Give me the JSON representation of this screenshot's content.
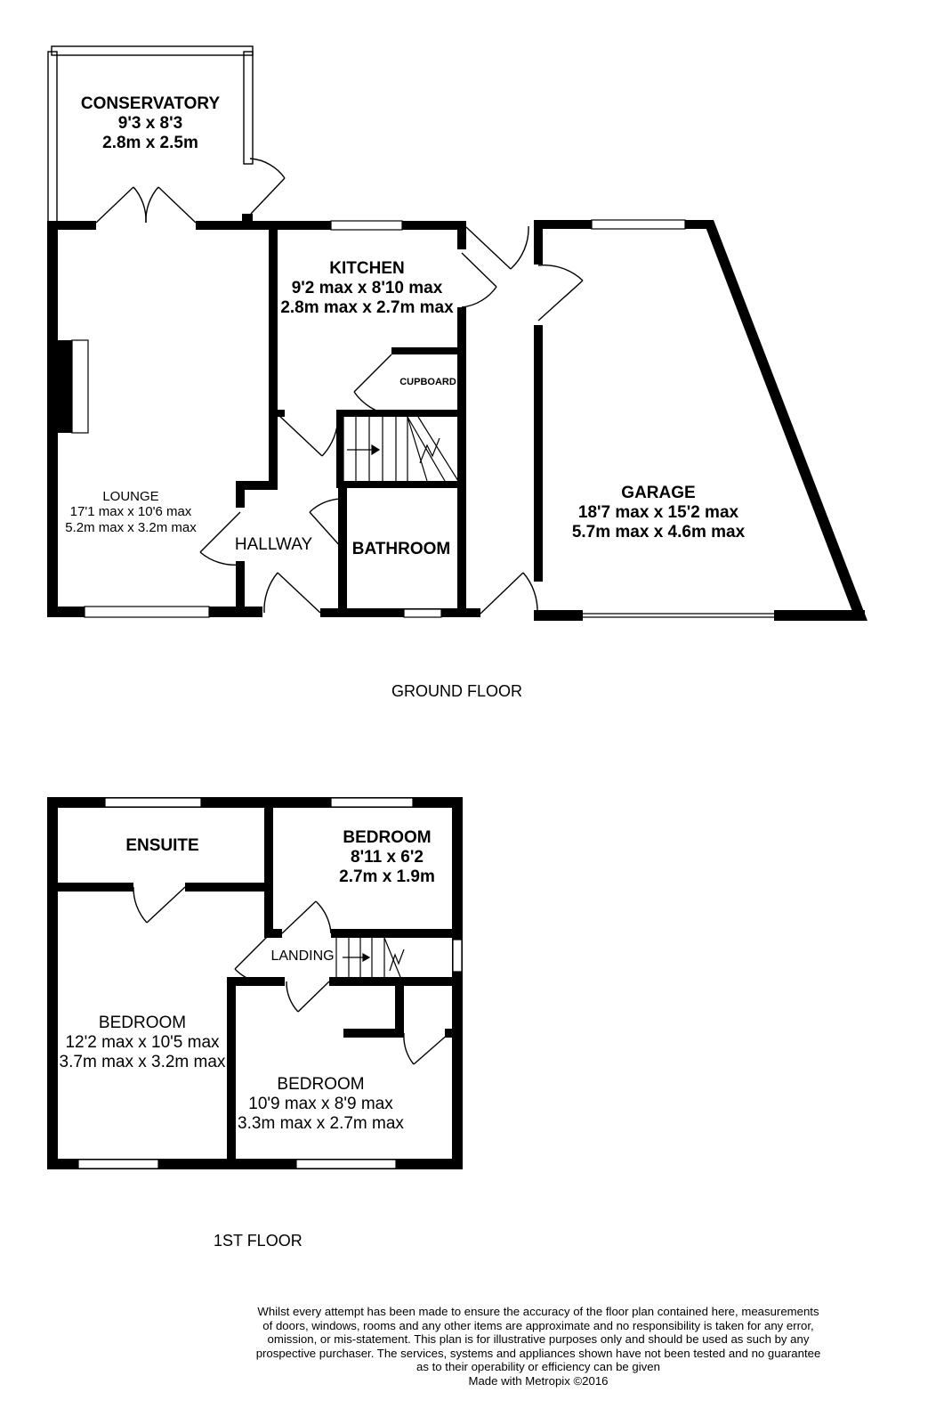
{
  "ground_floor": {
    "title": "GROUND FLOOR",
    "rooms": {
      "conservatory": {
        "name": "CONSERVATORY",
        "imperial": "9'3 x 8'3",
        "metric": "2.8m x 2.5m"
      },
      "kitchen": {
        "name": "KITCHEN",
        "imperial": "9'2 max x 8'10 max",
        "metric": "2.8m max x 2.7m max"
      },
      "cupboard": {
        "name": "CUPBOARD"
      },
      "lounge": {
        "name": "LOUNGE",
        "imperial": "17'1 max x 10'6 max",
        "metric": "5.2m max x 3.2m max"
      },
      "hallway": {
        "name": "HALLWAY"
      },
      "bathroom": {
        "name": "BATHROOM"
      },
      "garage": {
        "name": "GARAGE",
        "imperial": "18'7 max x 15'2 max",
        "metric": "5.7m max x 4.6m max"
      }
    }
  },
  "first_floor": {
    "title": "1ST FLOOR",
    "rooms": {
      "ensuite": {
        "name": "ENSUITE"
      },
      "bedroom_2": {
        "name": "BEDROOM",
        "imperial": "8'11 x 6'2",
        "metric": "2.7m x 1.9m"
      },
      "landing": {
        "name": "LANDING"
      },
      "bedroom_1": {
        "name": "BEDROOM",
        "imperial": "12'2 max x 10'5 max",
        "metric": "3.7m max x 3.2m max"
      },
      "bedroom_3": {
        "name": "BEDROOM",
        "imperial": "10'9 max x 8'9 max",
        "metric": "3.3m max x 2.7m max"
      }
    }
  },
  "disclaimer": {
    "lines": [
      "Whilst every attempt has been made to ensure the accuracy of the floor plan contained here, measurements",
      "of doors, windows, rooms and any other items are approximate and no responsibility is taken for any error,",
      "omission, or mis-statement. This plan is for illustrative purposes only and should be used as such by any",
      "prospective purchaser. The services, systems and appliances shown have not been tested and no guarantee",
      "as to their operability or efficiency can be given"
    ],
    "credit": "Made with Metropix ©2016"
  },
  "colors": {
    "wall": "#000000",
    "background": "#ffffff",
    "window": "#ffffff"
  }
}
